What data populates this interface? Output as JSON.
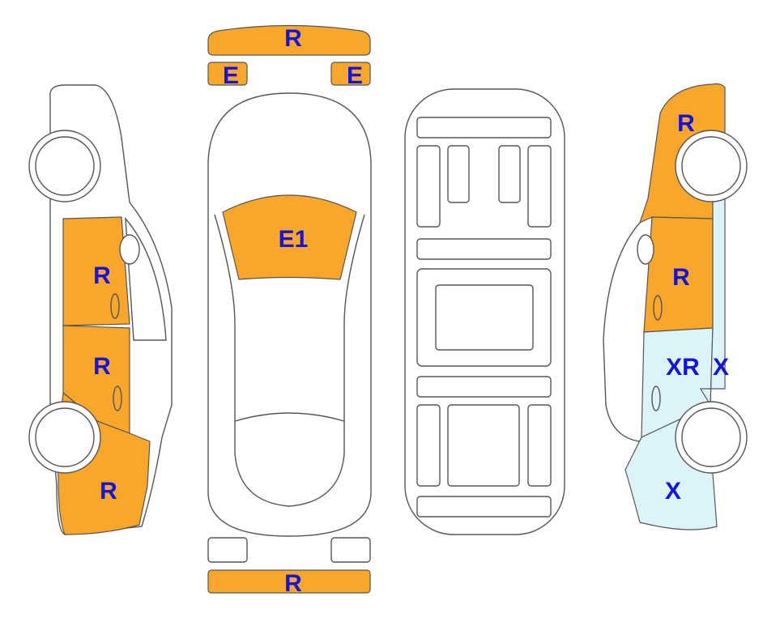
{
  "colors": {
    "damaged": "#F9A72B",
    "checked": "#DDF3FA",
    "label": "#1414DC",
    "outline": "#555555"
  },
  "legend_codes": {
    "R": "R",
    "E": "E",
    "E1": "E1",
    "X": "X",
    "XR": "XR"
  },
  "left_side": {
    "front_door": "R",
    "rear_door": "R",
    "rear_quarter": "R"
  },
  "top_view": {
    "front_bumper": "R",
    "left_headlight": "E",
    "right_headlight": "E",
    "windshield": "E1",
    "rear_bumper": "R"
  },
  "right_side": {
    "front_fender": "R",
    "front_door": "R",
    "rear_door": "XR",
    "rocker": "X",
    "rear_quarter": "X"
  }
}
